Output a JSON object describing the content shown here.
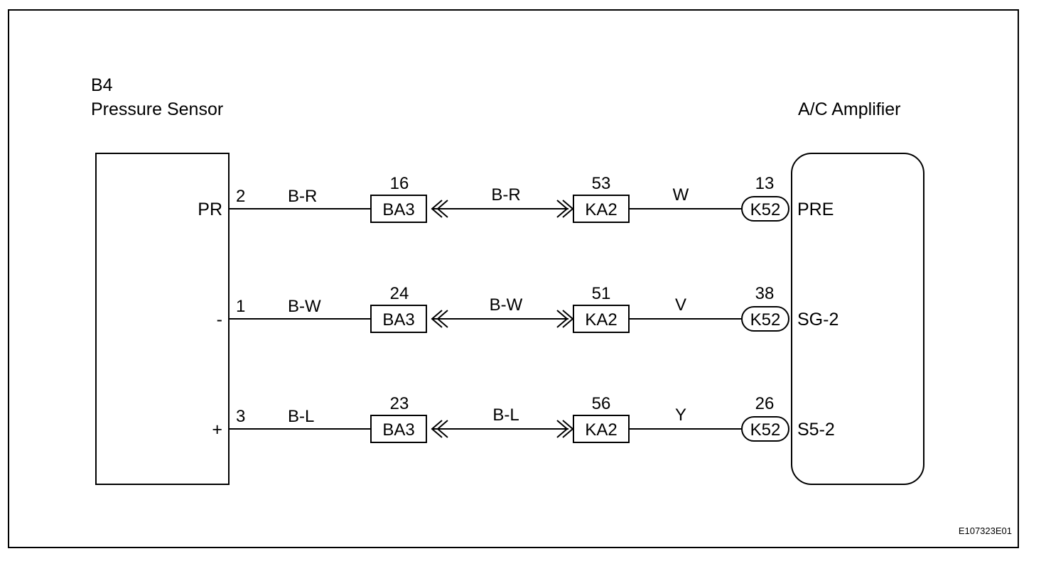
{
  "sensor": {
    "code": "B4",
    "name": "Pressure Sensor"
  },
  "amplifier": {
    "name": "A/C Amplifier"
  },
  "circuits": [
    {
      "sensor_terminal": "PR",
      "sensor_pin": "2",
      "wire1": "B-R",
      "c1_pin": "16",
      "c1_name": "BA3",
      "wire2": "B-R",
      "c2_pin": "53",
      "c2_name": "KA2",
      "wire3": "W",
      "amp_pin": "13",
      "amp_connector": "K52",
      "amp_terminal": "PRE"
    },
    {
      "sensor_terminal": "-",
      "sensor_pin": "1",
      "wire1": "B-W",
      "c1_pin": "24",
      "c1_name": "BA3",
      "wire2": "B-W",
      "c2_pin": "51",
      "c2_name": "KA2",
      "wire3": "V",
      "amp_pin": "38",
      "amp_connector": "K52",
      "amp_terminal": "SG-2"
    },
    {
      "sensor_terminal": "+",
      "sensor_pin": "3",
      "wire1": "B-L",
      "c1_pin": "23",
      "c1_name": "BA3",
      "wire2": "B-L",
      "c2_pin": "56",
      "c2_name": "KA2",
      "wire3": "Y",
      "amp_pin": "26",
      "amp_connector": "K52",
      "amp_terminal": "S5-2"
    }
  ],
  "figure_code": "E107323E01"
}
